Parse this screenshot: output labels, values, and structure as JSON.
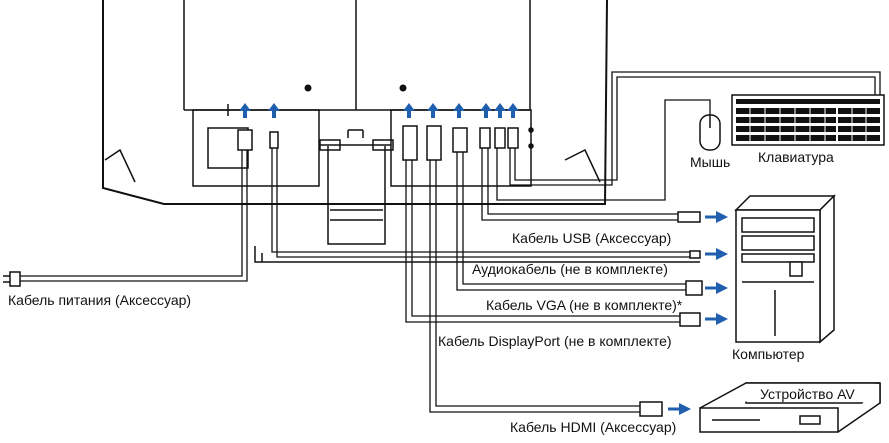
{
  "labels": {
    "power_cable": "Кабель питания (Аксессуар)",
    "usb_cable": "Кабель USB (Аксессуар)",
    "audio_cable": "Аудиокабель (не в комплекте)",
    "vga_cable": "Кабель VGA (не в комплекте)*",
    "displayport_cable": "Кабель DisplayPort (не в комплекте)",
    "hdmi_cable": "Кабель HDMI (Аксессуар)",
    "mouse": "Мышь",
    "keyboard": "Клавиатура",
    "computer": "Компьютер",
    "av_device": "Устройство AV"
  },
  "colors": {
    "line": "#111111",
    "arrow": "#1f5fae",
    "cable_fill": "#ffffff"
  },
  "icons": {
    "arrow": "blue-right-arrow",
    "up_arrow": "blue-up-arrow"
  }
}
